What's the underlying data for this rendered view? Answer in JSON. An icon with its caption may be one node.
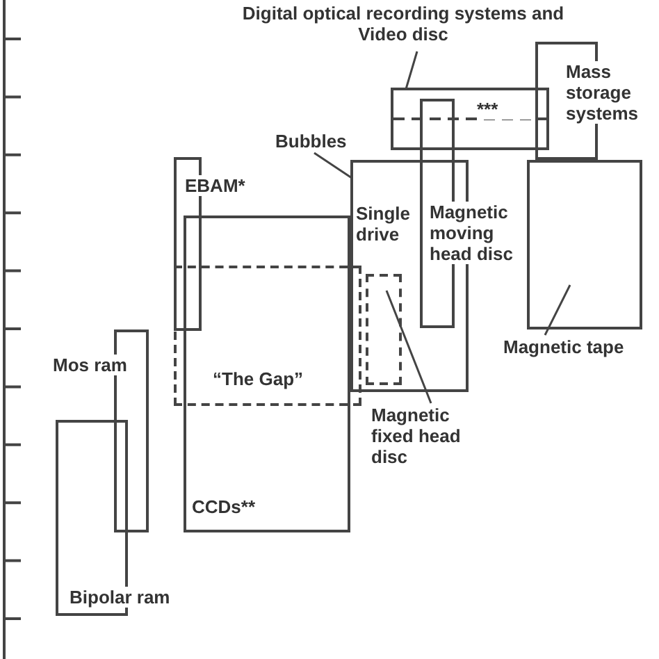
{
  "diagram": {
    "nodes": [
      {
        "text": [
          "Digital optical recording systems and Video disc"
        ]
      },
      {
        "text": [
          "***"
        ]
      },
      {
        "text": [
          "Mass storage systems"
        ]
      },
      {
        "text": [
          "Bubbles"
        ]
      },
      {
        "text": [
          "Single drive"
        ]
      },
      {
        "text": [
          "EBAM*"
        ]
      },
      {
        "text": [
          "Magnetic moving head disc"
        ]
      },
      {
        "text": [],
        "shape": "box"
      },
      {
        "text": [
          "Magnetic tape"
        ]
      },
      {
        "text": [
          "Mos ram"
        ]
      },
      {
        "text": [
          "“The Gap”"
        ]
      },
      {
        "text": [],
        "shape": "box",
        "in": 4
      },
      {
        "text": [
          "Magnetic fixed head disc"
        ]
      },
      {
        "text": [
          "CCDs**"
        ]
      },
      {
        "text": [
          "Bipolar ram"
        ]
      }
    ],
    "edges": [
      {
        "from": 0,
        "to": 1,
        "arrow": "none"
      },
      {
        "from": 3,
        "to": 4,
        "arrow": "none"
      },
      {
        "from": 8,
        "to": 7,
        "arrow": "none"
      },
      {
        "from": 12,
        "to": 11,
        "arrow": "none"
      }
    ]
  }
}
